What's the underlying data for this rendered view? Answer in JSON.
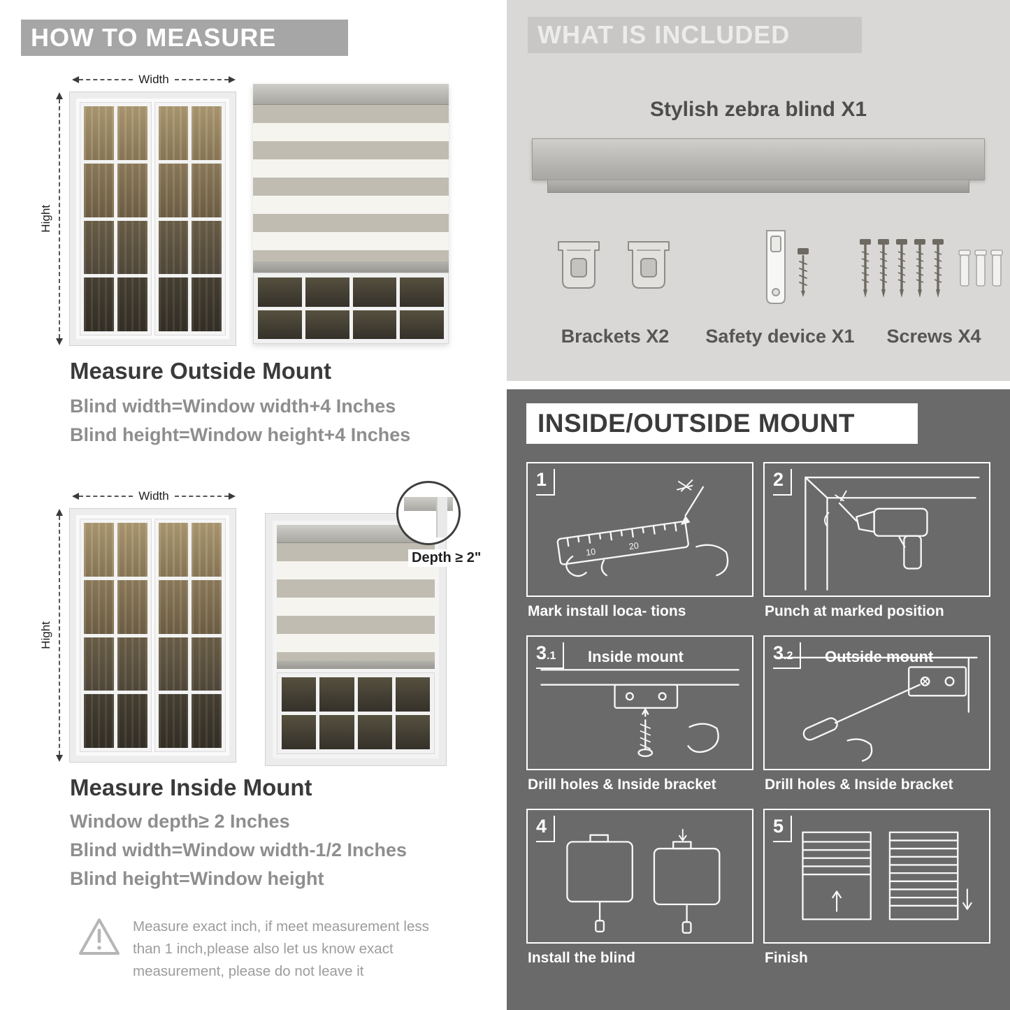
{
  "left": {
    "header": "HOW TO MEASURE",
    "outside": {
      "width_label": "Width",
      "height_label": "Hight",
      "title": "Measure Outside Mount",
      "lines": [
        "Blind width=Window width+4 Inches",
        "Blind height=Window height+4 Inches"
      ]
    },
    "inside": {
      "width_label": "Width",
      "height_label": "Hight",
      "depth_label": "Depth ≥ 2\"",
      "title": "Measure Inside Mount",
      "lines": [
        "Window depth≥ 2 Inches",
        "Blind width=Window width-1/2 Inches",
        "Blind height=Window height"
      ]
    },
    "warning_text": "Measure exact inch, if meet measurement less than 1 inch,please also let us know exact measurement, please do not leave it"
  },
  "included": {
    "header": "WHAT IS INCLUDED",
    "product_label": "Stylish zebra blind X1",
    "items": [
      {
        "name": "brackets",
        "label": "Brackets X2"
      },
      {
        "name": "safety-device",
        "label": "Safety device X1"
      },
      {
        "name": "screws",
        "label": "Screws X4"
      }
    ]
  },
  "mount": {
    "header": "INSIDE/OUTSIDE MOUNT",
    "ruler_marks": [
      "10",
      "20"
    ],
    "steps": [
      {
        "num": "1",
        "sub": "",
        "title": "",
        "caption": "Mark install loca- tions"
      },
      {
        "num": "2",
        "sub": "",
        "title": "",
        "caption": "Punch at  marked position"
      },
      {
        "num": "3",
        "sub": ".1",
        "title": "Inside mount",
        "caption": "Drill holes &  Inside bracket"
      },
      {
        "num": "3",
        "sub": ".2",
        "title": "Outside mount",
        "caption": "Drill holes &  Inside bracket"
      },
      {
        "num": "4",
        "sub": "",
        "title": "",
        "caption": "Install the blind"
      },
      {
        "num": "5",
        "sub": "",
        "title": "",
        "caption": "Finish"
      }
    ]
  }
}
